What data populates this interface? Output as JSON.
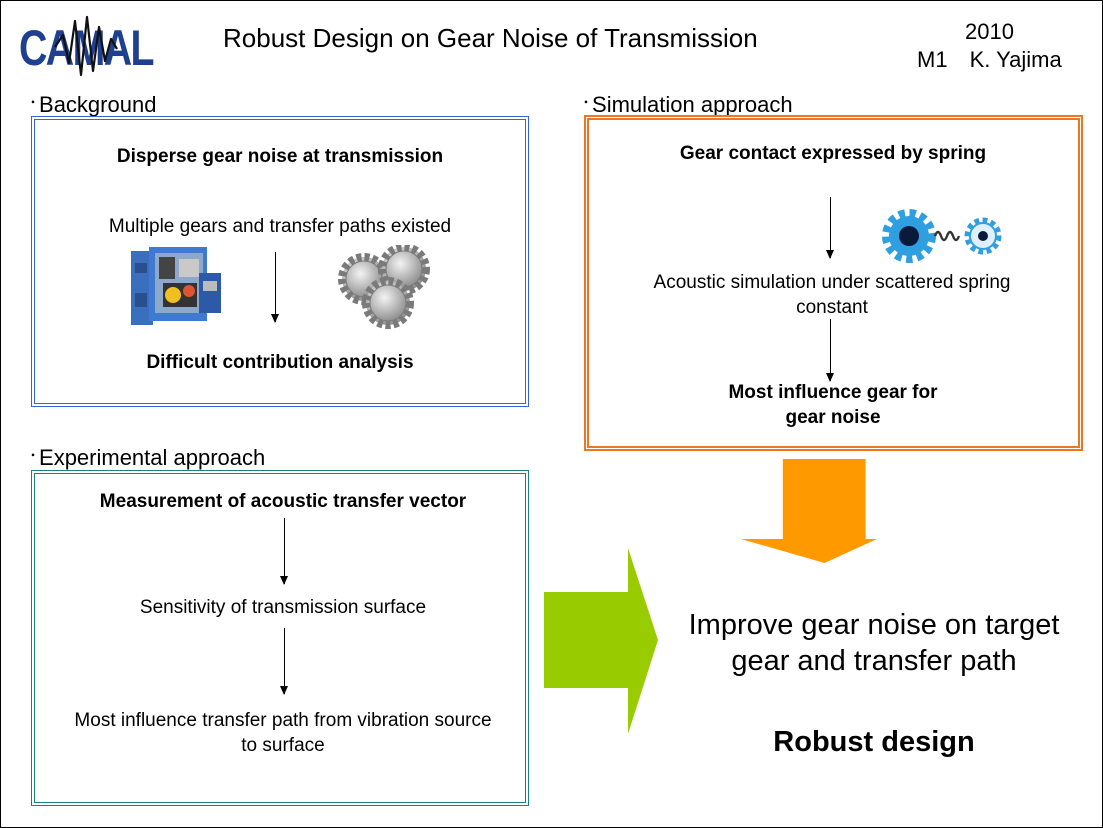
{
  "header": {
    "logo_text": "CAMAL",
    "title": "Robust Design on Gear Noise of Transmission",
    "year": "2010",
    "author_grade": "M1",
    "author_name": "K. Yajima"
  },
  "background": {
    "label": "Background",
    "heading": "Disperse gear noise at transmission",
    "line1": "Multiple gears and transfer paths existed",
    "conclusion": "Difficult contribution analysis"
  },
  "simulation": {
    "label": "Simulation approach",
    "heading": "Gear contact expressed by spring",
    "line1": "Acoustic simulation under scattered spring constant",
    "conclusion_line1": "Most influence gear for",
    "conclusion_line2": "gear noise"
  },
  "experimental": {
    "label": "Experimental approach",
    "heading": "Measurement of acoustic transfer vector",
    "line1": "Sensitivity of transmission surface",
    "conclusion": "Most influence transfer path from vibration source to surface"
  },
  "result": {
    "line1": "Improve gear noise on target",
    "line2": "gear and transfer path",
    "robust": "Robust design"
  },
  "colors": {
    "background_box": "#3366dd",
    "simulation_box": "#ee7722",
    "experimental_box": "#1a8080",
    "orange_arrow": "#ff9900",
    "green_arrow": "#99cc00",
    "gear_blue": "#2f9fe0"
  }
}
